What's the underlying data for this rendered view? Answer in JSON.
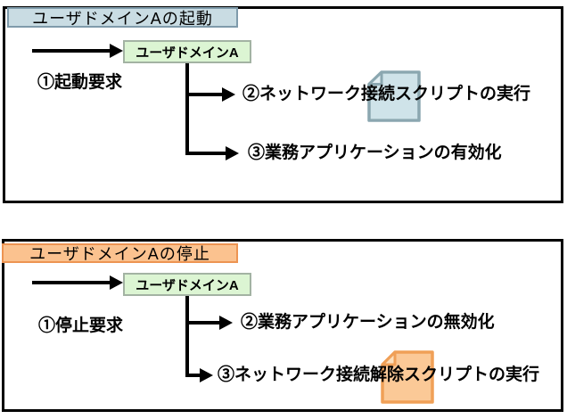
{
  "page": {
    "background": "#ffffff"
  },
  "colors": {
    "line": "#000000",
    "domain_fill": "#dcf5d3",
    "domain_border": "#a3b3a3"
  },
  "sections": [
    {
      "id": "startup",
      "title": "ユーザドメインAの起動",
      "title_fill": "#c9dce3",
      "title_border": "#7f9bab",
      "request_label": "①起動要求",
      "domain_label": "ユーザドメインA",
      "steps": [
        "②ネットワーク接続スクリプトの実行",
        "③業務アプリケーションの有効化"
      ],
      "doc_icon": {
        "fill": "#cfe3e9",
        "border": "#8ba7b0",
        "fold": "#e2eef2"
      }
    },
    {
      "id": "shutdown",
      "title": "ユーザドメインAの停止",
      "title_fill": "#fbc28f",
      "title_border": "#ed9452",
      "request_label": "①停止要求",
      "domain_label": "ユーザドメインA",
      "steps": [
        "②業務アプリケーションの無効化",
        "③ネットワーク接続解除スクリプトの実行"
      ],
      "doc_icon": {
        "fill": "#fbc997",
        "border": "#f0a057",
        "fold": "#fde0bd"
      }
    }
  ]
}
